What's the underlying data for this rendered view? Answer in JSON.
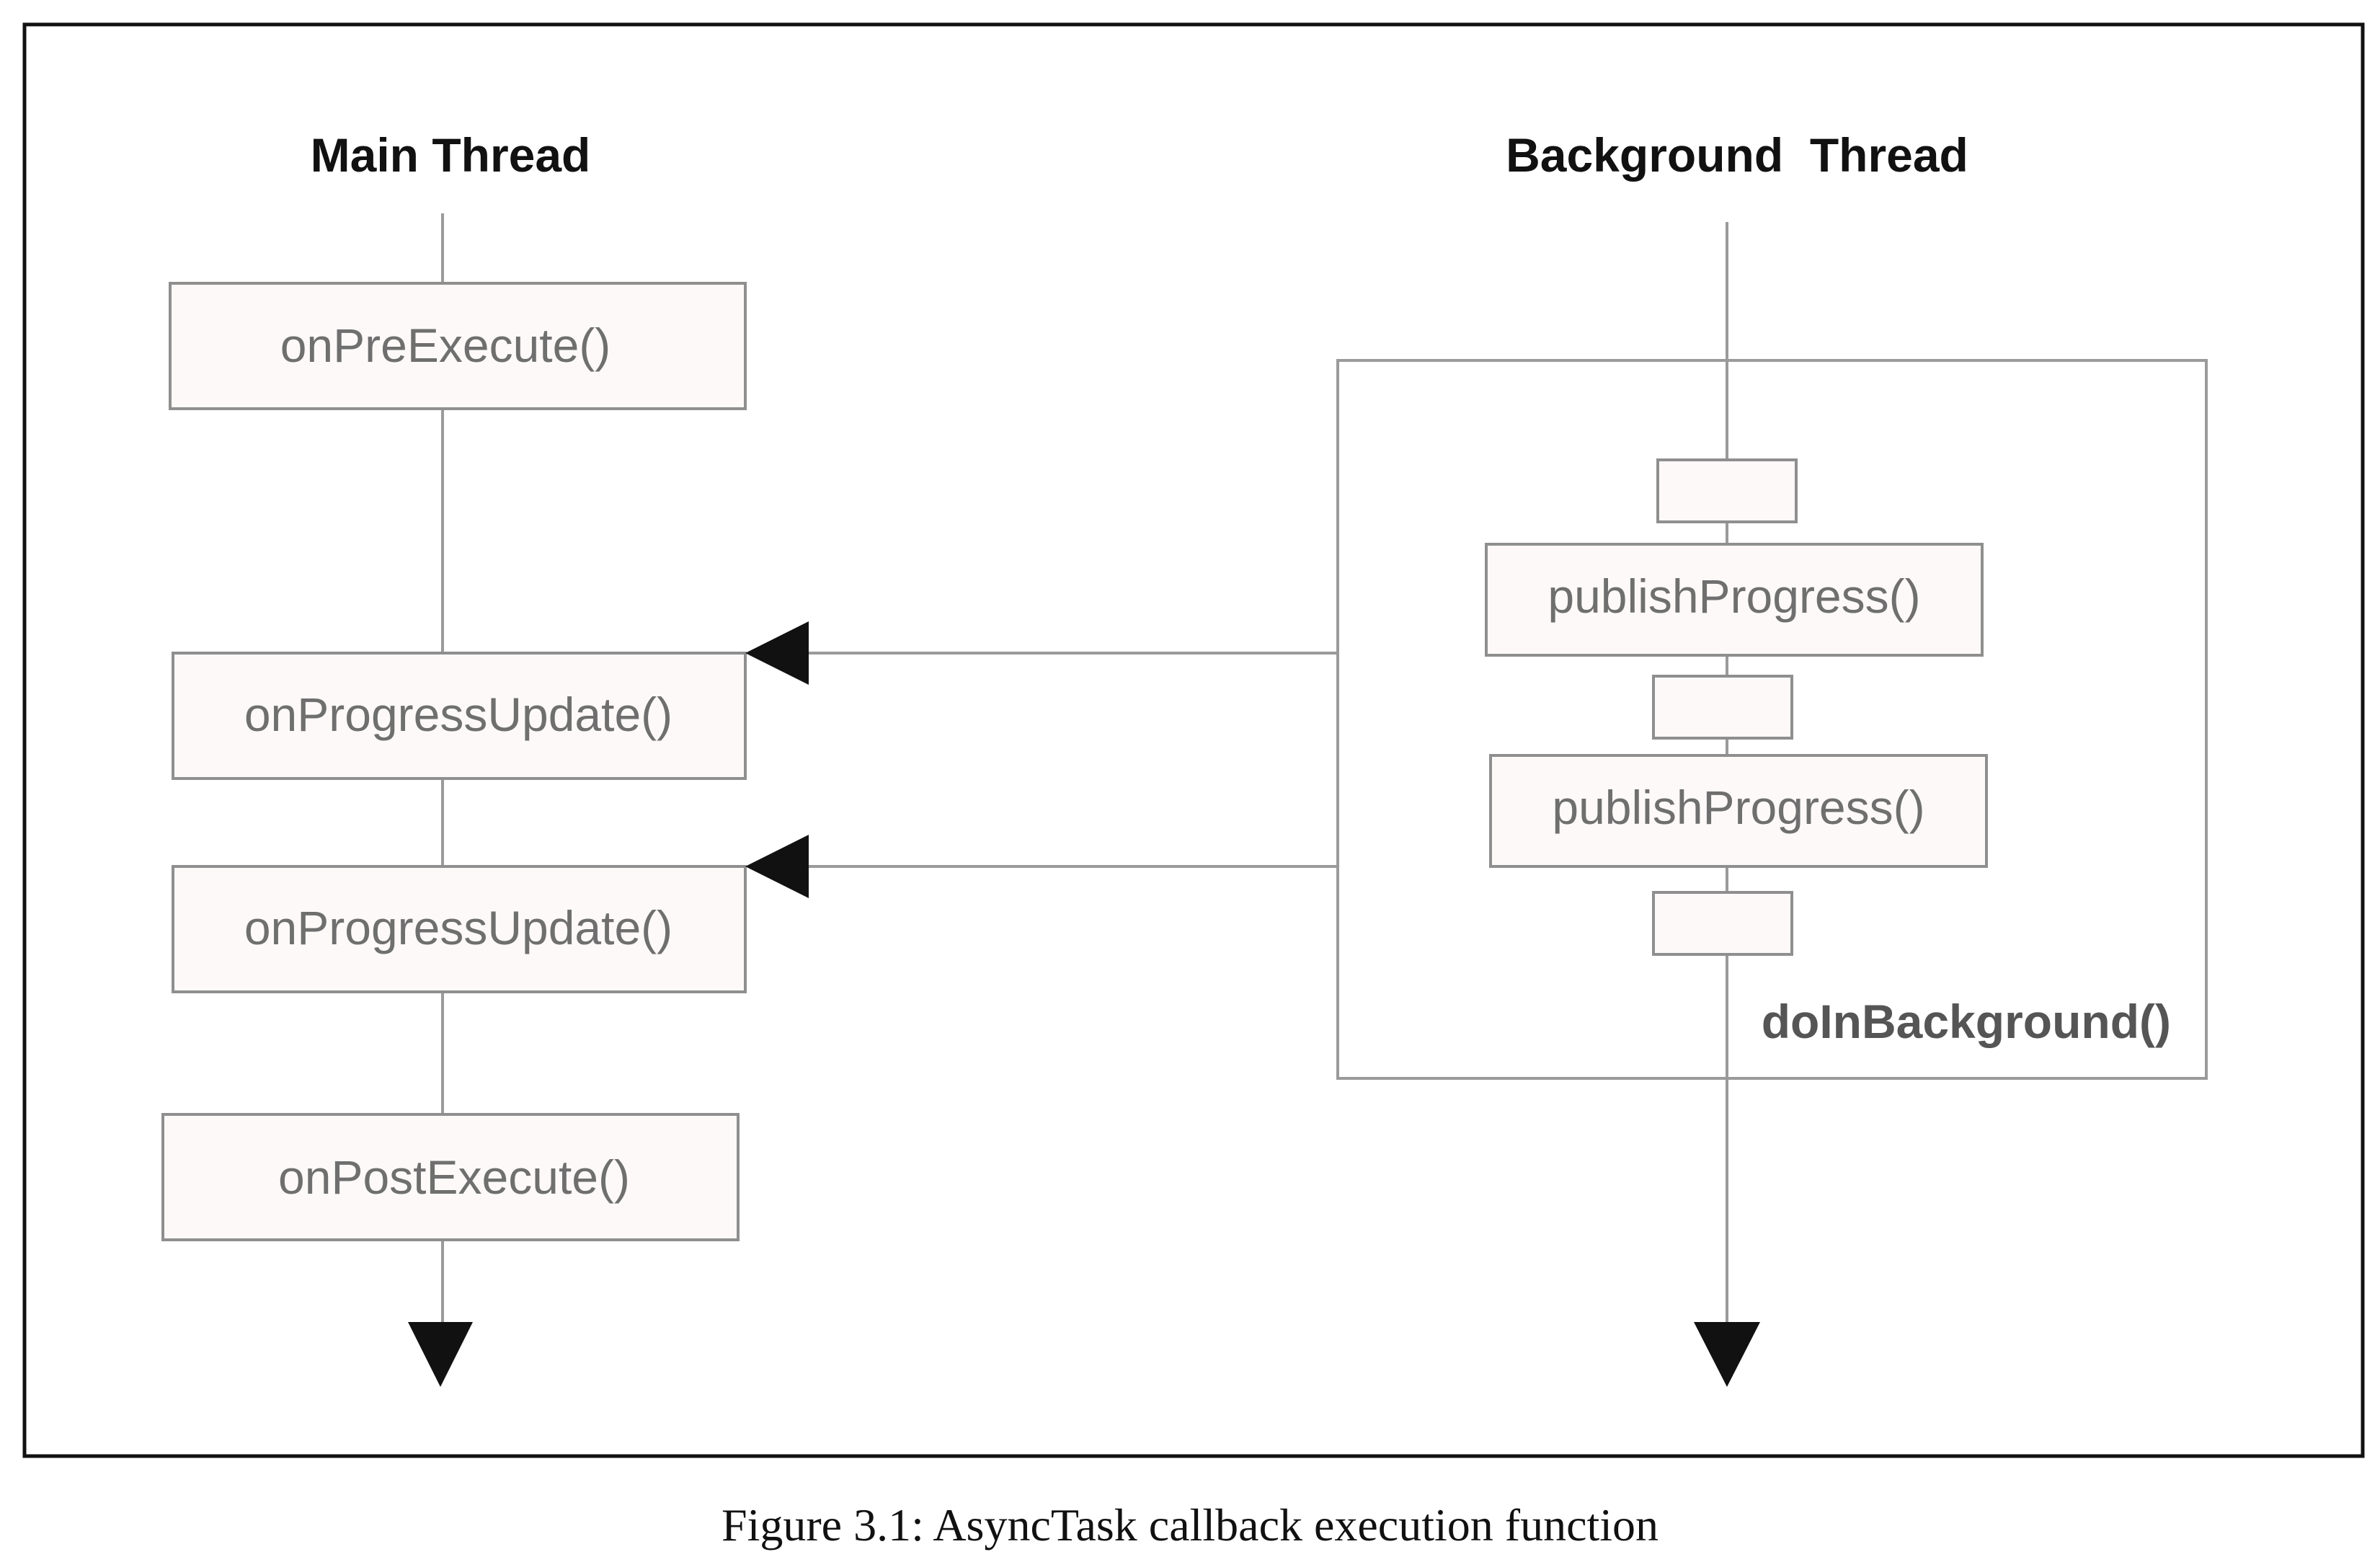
{
  "headers": {
    "main_thread": "Main Thread",
    "background_thread": "Background  Thread"
  },
  "main_thread_boxes": [
    "onPreExecute()",
    "onProgressUpdate()",
    "onProgressUpdate()",
    "onPostExecute()"
  ],
  "background_boxes": [
    "publishProgress()",
    "publishProgress()"
  ],
  "background_container_label": "doInBackground()",
  "caption": "Figure 3.1: AsyncTask callback execution function",
  "colors": {
    "box_fill": "#fcf9f8",
    "box_stroke": "#8f8f8f",
    "line": "#9a9a9a",
    "arrowhead": "#111111",
    "frame": "#111111"
  }
}
